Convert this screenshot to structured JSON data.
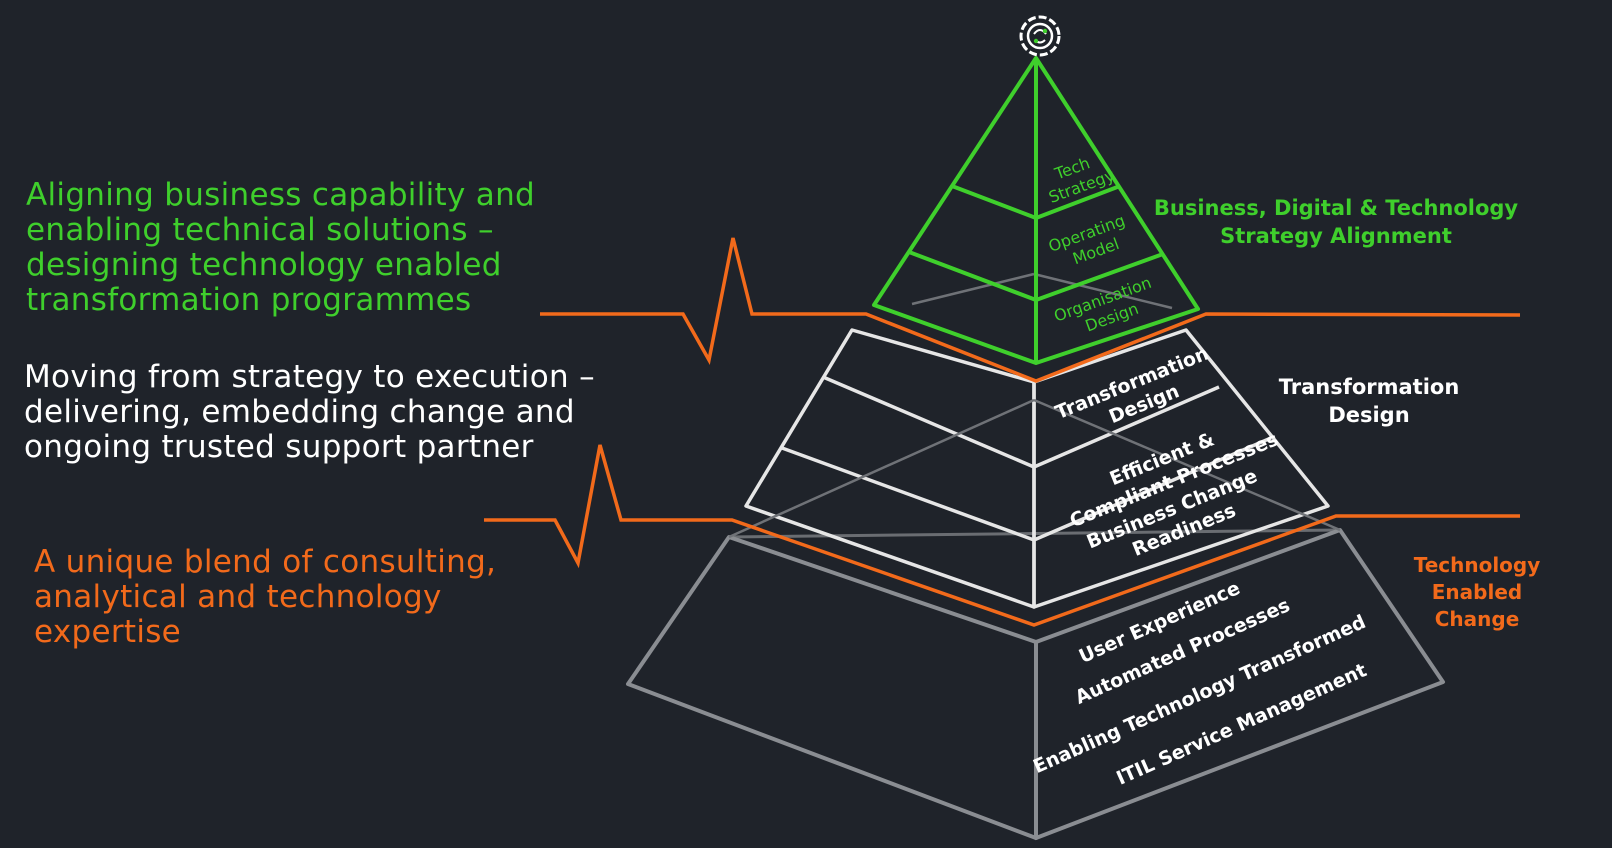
{
  "statements": {
    "strategy": [
      "Aligning business capability and",
      "enabling technical solutions –",
      "designing technology enabled",
      "transformation programmes"
    ],
    "execution": [
      "Moving from strategy to execution –",
      "delivering, embedding change and",
      "ongoing trusted support partner"
    ],
    "expertise": [
      "A unique blend of consulting,",
      "analytical and technology",
      "expertise"
    ]
  },
  "side_labels": {
    "strategy": [
      "Business, Digital & Technology",
      "Strategy Alignment"
    ],
    "transformation": [
      "Transformation",
      "Design"
    ],
    "technology": [
      "Technology",
      "Enabled",
      "Change"
    ]
  },
  "pyramid": {
    "top_tier": [
      [
        "Tech",
        "Strategy"
      ],
      [
        "Operating",
        "Model"
      ],
      [
        "Organisation",
        "Design"
      ]
    ],
    "middle_tier": [
      [
        "Transformation",
        "Design"
      ],
      [
        "Efficient &",
        "Compliant Processes"
      ],
      [
        "Business Change",
        "Readiness"
      ]
    ],
    "base_tier": [
      "User Experience",
      "Automated Processes",
      "Enabling Technology Transformed",
      "ITIL Service Management"
    ]
  },
  "icons": {
    "apex": "brain-gear-icon"
  },
  "colors": {
    "background": "#1f232a",
    "green": "#3fcf2c",
    "white": "#ffffff",
    "orange": "#f26a1b",
    "grey": "#8a8d92"
  }
}
